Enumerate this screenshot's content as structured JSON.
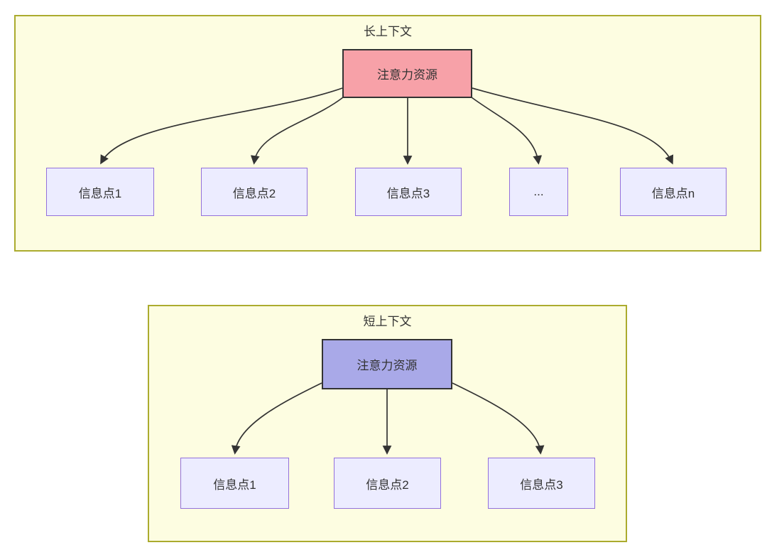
{
  "diagram": {
    "type": "flowchart",
    "long_context": {
      "title": "长上下文",
      "source": {
        "label": "注意力资源",
        "fill": "#f7a1a8"
      },
      "targets": [
        {
          "label": "信息点1"
        },
        {
          "label": "信息点2"
        },
        {
          "label": "信息点3"
        },
        {
          "label": "..."
        },
        {
          "label": "信息点n"
        }
      ],
      "edges": "attention resource fans out to 5 information points"
    },
    "short_context": {
      "title": "短上下文",
      "source": {
        "label": "注意力资源",
        "fill": "#a9a9e8"
      },
      "targets": [
        {
          "label": "信息点1"
        },
        {
          "label": "信息点2"
        },
        {
          "label": "信息点3"
        }
      ],
      "edges": "attention resource fans out to 3 information points"
    },
    "colors": {
      "container_fill": "#fdfde1",
      "container_border": "#abab2e",
      "info_node_fill": "#ececff",
      "info_node_border": "#9370db",
      "attention_border": "#333333",
      "edge_stroke": "#333333",
      "text": "#333333",
      "page_background": "#ffffff"
    }
  }
}
